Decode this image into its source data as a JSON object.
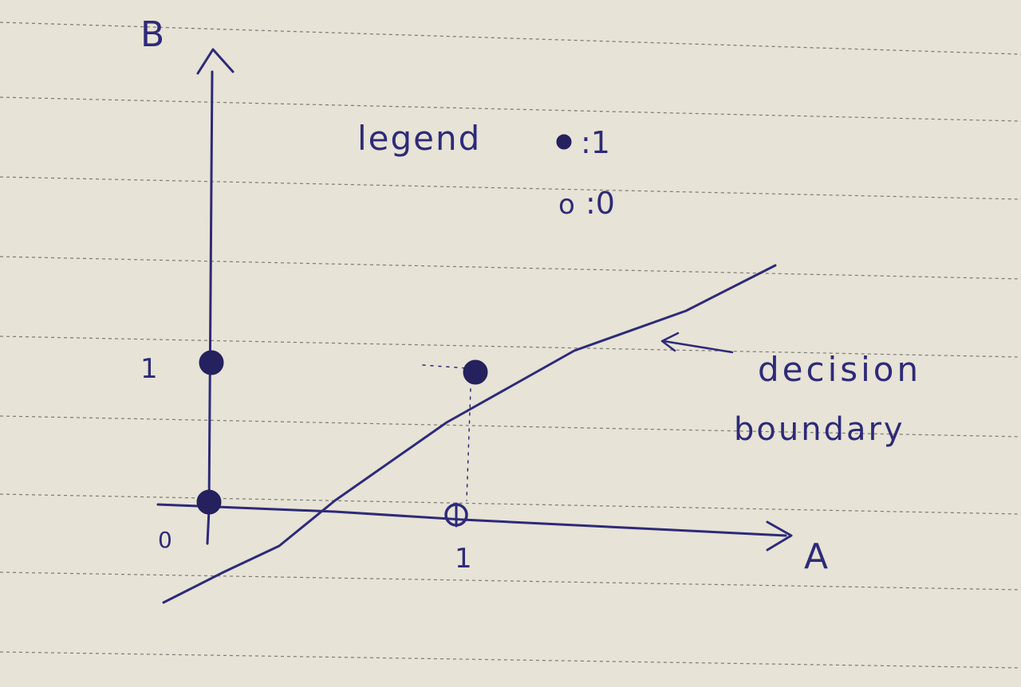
{
  "diagram": {
    "axes": {
      "x_label": "A",
      "y_label": "B",
      "x_ticks": [
        "0",
        "1"
      ],
      "y_ticks": [
        "1"
      ]
    },
    "legend": {
      "title": "legend",
      "entries": [
        {
          "marker": "filled-dot",
          "label": ":1"
        },
        {
          "marker": "hollow-circle",
          "label": ":0"
        }
      ],
      "hollow_symbol": "o"
    },
    "points": [
      {
        "A": 0,
        "B": 0,
        "class": "1"
      },
      {
        "A": 0,
        "B": 1,
        "class": "1"
      },
      {
        "A": 1,
        "B": 1,
        "class": "1"
      },
      {
        "A": 1,
        "B": 0,
        "class": "0"
      }
    ],
    "annotation": {
      "line1": "decision",
      "line2": "boundary"
    }
  },
  "colors": {
    "paper": "#e7e3d6",
    "ink": "#2e2a78"
  }
}
